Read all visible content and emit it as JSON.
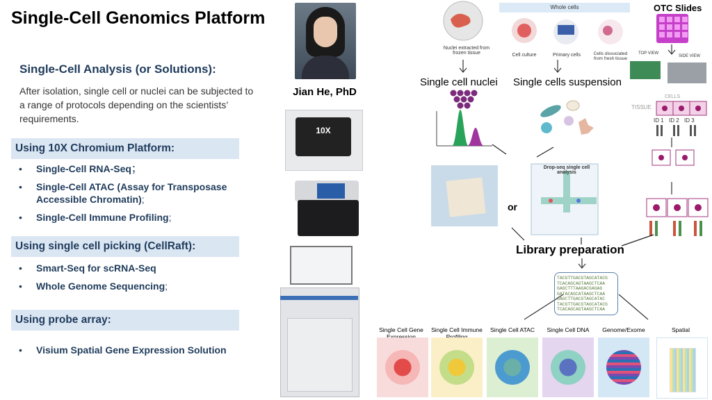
{
  "title": "Single-Cell Genomics Platform",
  "section_heading": "Single-Cell Analysis (or Solutions):",
  "intro": "After isolation, single cell or nuclei can be subjected to a range of protocols depending on the scientists’ requirements.",
  "band1": "Using 10X Chromium Platform:",
  "list1": [
    {
      "bold": "Single-Cell RNA-Seq",
      "rest": "；"
    },
    {
      "bold": "Single-Cell ATAC (Assay for Transposase Accessible Chromatin)",
      "rest": ";"
    },
    {
      "bold": "Single-Cell Immune Profiling",
      "rest": ";"
    }
  ],
  "band2": "Using single cell picking (CellRaft):",
  "list2": [
    {
      "bold": "Smart-Seq for scRNA-Seq",
      "rest": ""
    },
    {
      "bold": "Whole Genome Sequencing",
      "rest": ";"
    }
  ],
  "band3": "Using probe array:",
  "list3": [
    {
      "bold": "Visium Spatial Gene Expression Solution",
      "rest": ""
    }
  ],
  "person_name": "Jian He, PhD",
  "device1_text": "10X",
  "diagram": {
    "nuclei_caption": "Nuclei extracted from frozen tissue",
    "whole_cells": "Whole cells",
    "cell_culture": "Cell culture",
    "primary_cells": "Primary cells",
    "dissociated": "Cells dissociated from fresh tissue",
    "otc_slides": "OTC Slides",
    "top_view": "TOP VIEW",
    "side_view": "SIDE VIEW",
    "cells": "CELLS",
    "tissue": "TISSUE",
    "ids": [
      "ID 1",
      "ID 2",
      "ID 3"
    ],
    "single_nuclei": "Single cell nuclei",
    "single_suspension": "Single cells suspension",
    "dropseq": "Drop-seq single cell analysis",
    "or": "or",
    "library": "Library preparation",
    "sequence_lines": [
      "TACGTTGACGTAGCATACG",
      "TCACAGCAGTAAGCTCAA",
      "GAGCTTTAAGACGAGAG",
      "GATACAGCATAAGCTCAA",
      "GAGCTTGACGTAGCATAC",
      "TACGTTGACGTAGCATACG",
      "TCACAGCAGTAAGCTCAA"
    ],
    "categories": [
      "Single Cell Gene Expression",
      "Single Cell Immune Profiling",
      "Single Cell ATAC",
      "Single Cell DNA",
      "Genome/Exome",
      "Spatial"
    ],
    "tile_colors": [
      "#f8dcdc",
      "#fbefc8",
      "#ddefd3",
      "#e4d6ef",
      "#d4e7f5",
      "#ffffff"
    ]
  }
}
